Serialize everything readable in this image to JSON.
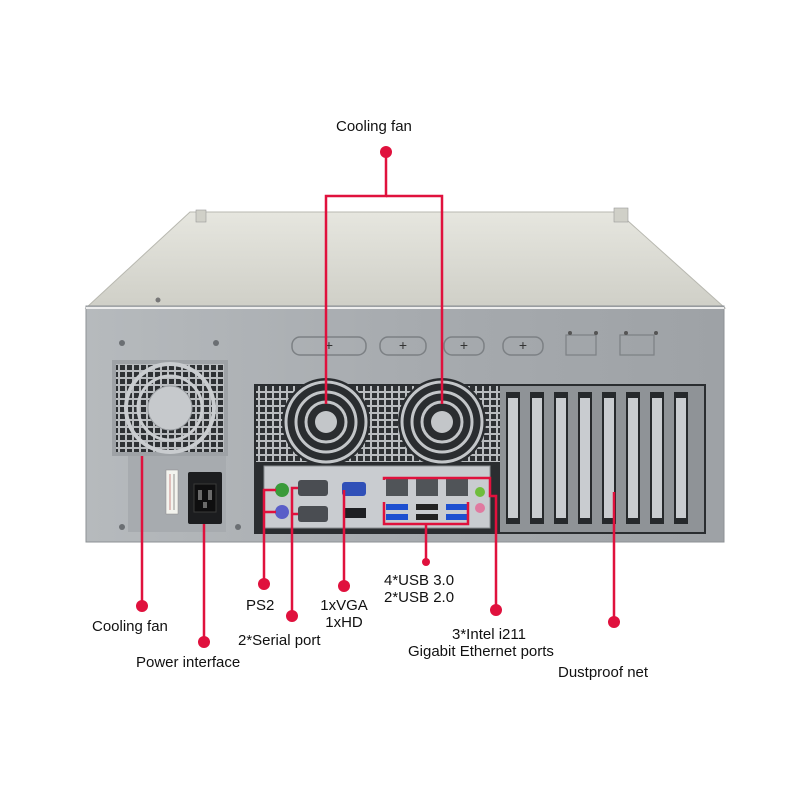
{
  "accent_color": "#e0113d",
  "chassis_color": "#d6d7cf",
  "panel_color": "#a9adb1",
  "callouts": {
    "top_fan": "Cooling fan",
    "psu_fan": "Cooling fan",
    "power": "Power interface",
    "ps2": "PS2",
    "serial": "2*Serial port",
    "video_line1": "1xVGA",
    "video_line2": "1xHD",
    "usb_line1": "4*USB 3.0",
    "usb_line2": "2*USB 2.0",
    "lan_line1": "3*Intel i211",
    "lan_line2": "Gigabit Ethernet ports",
    "dust": "Dustproof net"
  }
}
